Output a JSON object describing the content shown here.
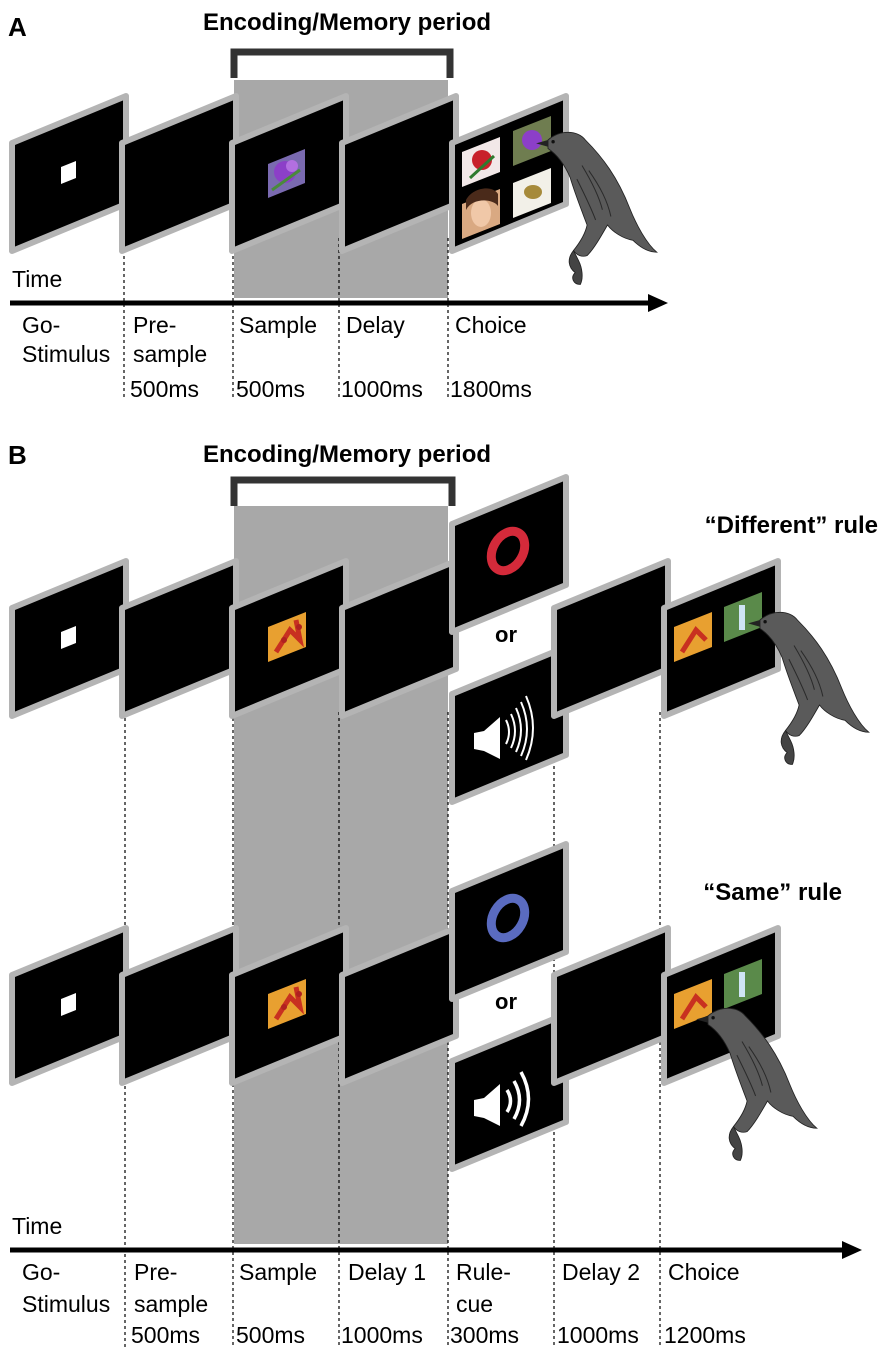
{
  "panel_a": {
    "letter": "A",
    "bracket_title": "Encoding/Memory period",
    "time_label": "Time",
    "phases": [
      {
        "name_line1": "Go-",
        "name_line2": "Stimulus",
        "duration": ""
      },
      {
        "name_line1": "Pre-",
        "name_line2": "sample",
        "duration": "500ms"
      },
      {
        "name_line1": "Sample",
        "name_line2": "",
        "duration": "500ms"
      },
      {
        "name_line1": "Delay",
        "name_line2": "",
        "duration": "1000ms"
      },
      {
        "name_line1": "Choice",
        "name_line2": "",
        "duration": "1800ms"
      }
    ]
  },
  "panel_b": {
    "letter": "B",
    "bracket_title": "Encoding/Memory period",
    "time_label": "Time",
    "different_rule": "“Different” rule",
    "same_rule": "“Same” rule",
    "or_label": "or",
    "phases": [
      {
        "name_line1": "Go-",
        "name_line2": "Stimulus",
        "duration": ""
      },
      {
        "name_line1": "Pre-",
        "name_line2": "sample",
        "duration": "500ms"
      },
      {
        "name_line1": "Sample",
        "name_line2": "",
        "duration": "500ms"
      },
      {
        "name_line1": "Delay 1",
        "name_line2": "",
        "duration": "1000ms"
      },
      {
        "name_line1": "Rule-",
        "name_line2": "cue",
        "duration": "300ms"
      },
      {
        "name_line1": "Delay 2",
        "name_line2": "",
        "duration": "1000ms"
      },
      {
        "name_line1": "Choice",
        "name_line2": "",
        "duration": "1200ms"
      }
    ]
  },
  "colors": {
    "screen": "#000000",
    "screen_border": "#b4b4b4",
    "shade": "#a8a8a8",
    "bracket": "#333333",
    "different_ring": "#d42a3a",
    "same_ring": "#5a6bc0"
  },
  "icons": [
    "go-square-icon",
    "flower-image-icon",
    "painting-image-icon",
    "ring-cue-icon",
    "speaker-icon",
    "crow-icon"
  ]
}
